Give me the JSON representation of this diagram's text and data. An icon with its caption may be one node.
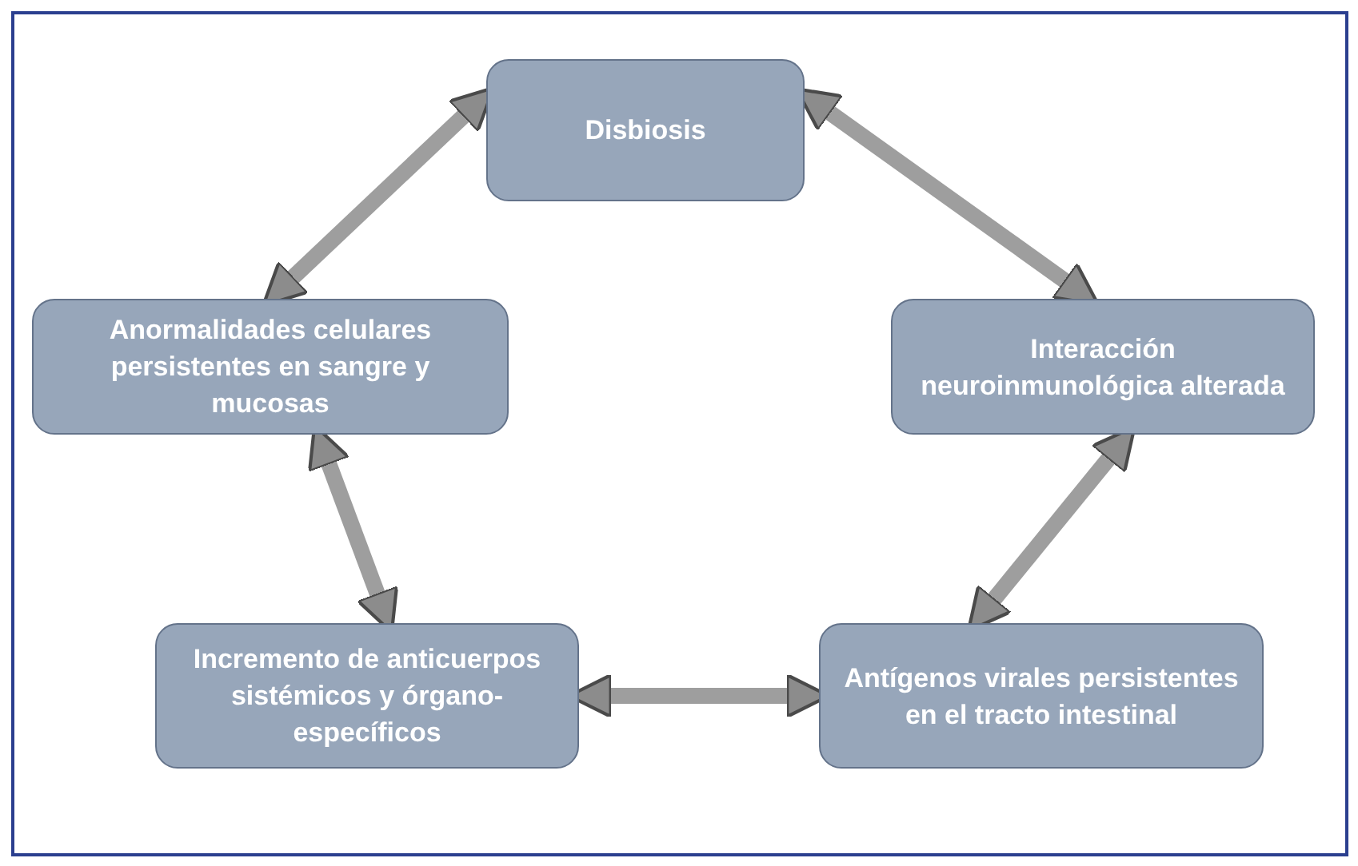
{
  "diagram": {
    "nodes": [
      {
        "text": [
          "Disbiosis"
        ]
      },
      {
        "text": [
          "Interacción neuroinmunológica alterada"
        ]
      },
      {
        "text": [
          "Anormalidades celulares persistentes en sangre y mucosas"
        ]
      },
      {
        "text": [
          "Antígenos virales persistentes en el tracto intestinal"
        ]
      },
      {
        "text": [
          "Incremento de anticuerpos sistémicos y órgano-específicos"
        ]
      }
    ],
    "edges": [
      {
        "from": 0,
        "to": 2,
        "arrow": "both"
      },
      {
        "from": 0,
        "to": 1,
        "arrow": "both"
      },
      {
        "from": 2,
        "to": 4,
        "arrow": "both"
      },
      {
        "from": 1,
        "to": 3,
        "arrow": "both"
      },
      {
        "from": 4,
        "to": 3,
        "arrow": "both"
      }
    ]
  }
}
